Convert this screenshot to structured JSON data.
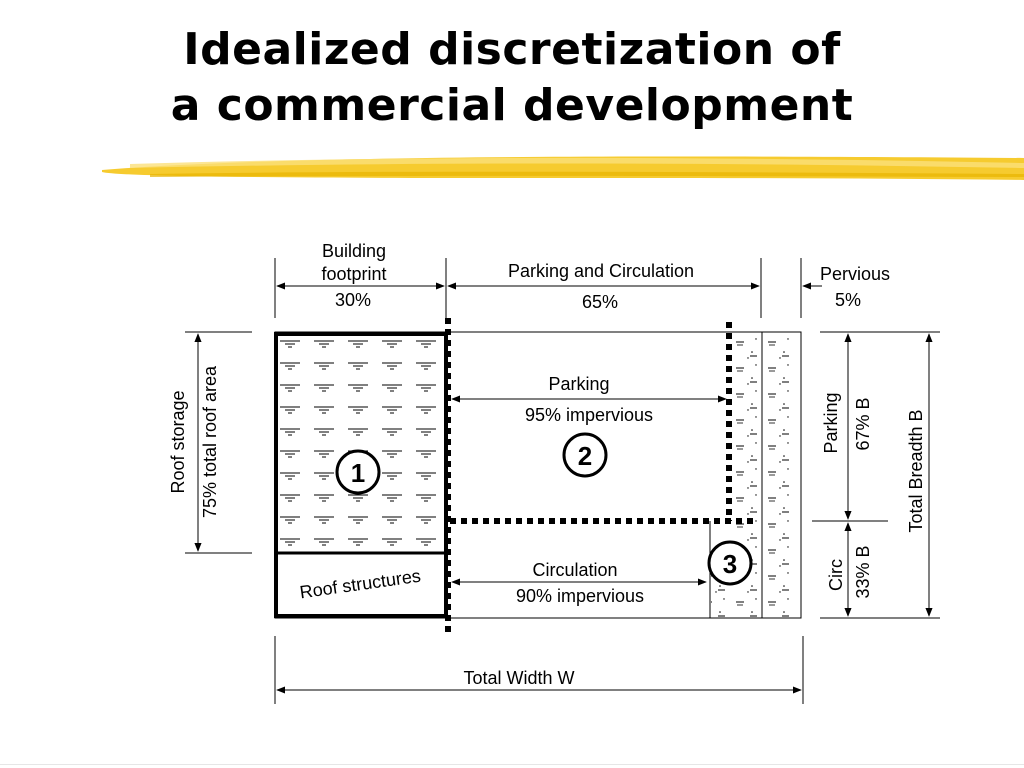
{
  "slide": {
    "title_line1": "Idealized discretization of",
    "title_line2": "a commercial development"
  },
  "colors": {
    "highlight": "#f5c518",
    "ink": "#000000"
  },
  "diagram": {
    "top_dimensions": {
      "building_label1": "Building",
      "building_label2": "footprint",
      "building_pct": "30%",
      "parking_circ_label": "Parking and Circulation",
      "parking_circ_pct": "65%",
      "pervious_label": "Pervious",
      "pervious_pct": "5%"
    },
    "left_dimension": {
      "line1": "Roof storage",
      "line2": "75% total roof area"
    },
    "right_dimensions": {
      "parking_label": "Parking",
      "parking_pct": "67% B",
      "circ_label": "Circ",
      "circ_pct": "33% B",
      "total_breadth": "Total Breadth B"
    },
    "zones": {
      "zone1_number": "1",
      "roof_structures": "Roof structures",
      "parking_title": "Parking",
      "parking_imperv": "95% impervious",
      "zone2_number": "2",
      "circulation_title": "Circulation",
      "circulation_imperv": "90% impervious",
      "zone3_number": "3"
    },
    "bottom_dimension": {
      "total_width": "Total Width W"
    }
  }
}
